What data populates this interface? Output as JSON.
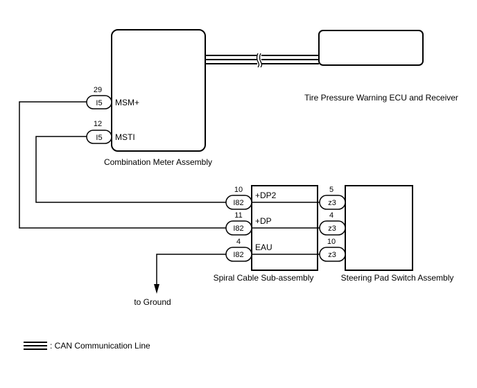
{
  "components": {
    "combination_meter": "Combination Meter Assembly",
    "tpms_ecu": "Tire Pressure Warning ECU and Receiver",
    "spiral_cable": "Spiral Cable Sub-assembly",
    "steering_pad": "Steering Pad Switch Assembly"
  },
  "meter_pins": [
    {
      "pin": "29",
      "connector": "I5",
      "signal": "MSM+"
    },
    {
      "pin": "12",
      "connector": "I5",
      "signal": "MSTI"
    }
  ],
  "spiral_pins": [
    {
      "pin": "10",
      "connector": "I82",
      "signal": "+DP2"
    },
    {
      "pin": "11",
      "connector": "I82",
      "signal": "+DP"
    },
    {
      "pin": "4",
      "connector": "I82",
      "signal": "EAU"
    }
  ],
  "steering_pins": [
    {
      "pin": "5",
      "connector": "z3"
    },
    {
      "pin": "4",
      "connector": "z3"
    },
    {
      "pin": "10",
      "connector": "z3"
    }
  ],
  "ground_label": "to Ground",
  "legend": {
    "label": ": CAN Communication Line"
  },
  "colors": {
    "line": "#000000",
    "background": "#ffffff"
  }
}
